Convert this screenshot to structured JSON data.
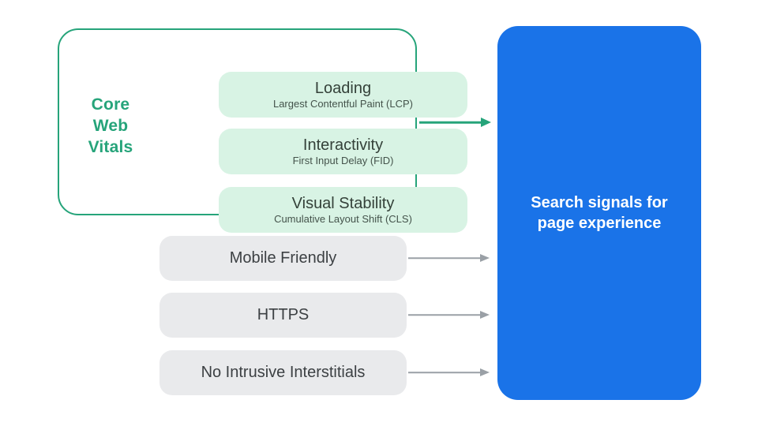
{
  "diagram_title": "Search signals for page experience",
  "colors": {
    "green_accent": "#26A47A",
    "mint_fill": "#D8F3E4",
    "vital_title_text": "#344139",
    "vital_subtitle_text": "#44534B",
    "gray_fill": "#E9EAEC",
    "gray_text": "#3C4043",
    "gray_arrow": "#9AA0A6",
    "blue_fill": "#1A73E8",
    "result_text": "#FFFFFF"
  },
  "core_web_vitals": {
    "label": "Core Web Vitals",
    "items": [
      {
        "title": "Loading",
        "subtitle": "Largest Contentful Paint (LCP)"
      },
      {
        "title": "Interactivity",
        "subtitle": "First Input Delay (FID)"
      },
      {
        "title": "Visual Stability",
        "subtitle": "Cumulative Layout Shift (CLS)"
      }
    ]
  },
  "other_signals": [
    {
      "label": "Mobile Friendly"
    },
    {
      "label": "HTTPS"
    },
    {
      "label": "No Intrusive Interstitials"
    }
  ],
  "result": {
    "label": "Search signals for page experience"
  }
}
